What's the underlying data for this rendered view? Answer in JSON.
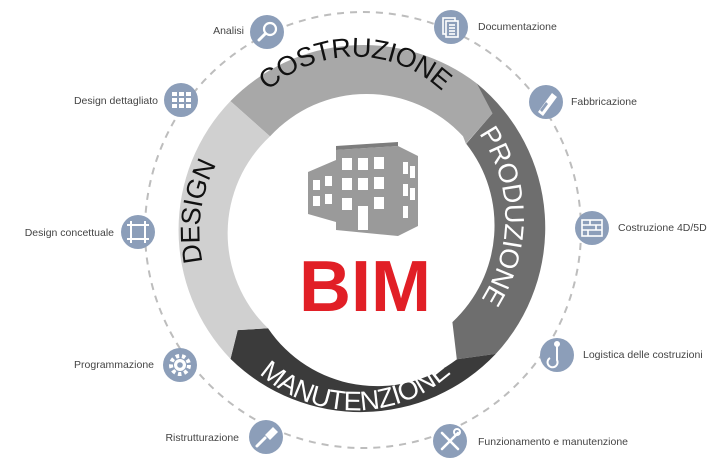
{
  "center": {
    "title": "BIM",
    "title_color": "#e11f26"
  },
  "phases": [
    {
      "label": "COSTRUZIONE",
      "color": "#a8a8a8",
      "text_color": "#111111"
    },
    {
      "label": "PRODUZIONE",
      "color": "#6e6e6e",
      "text_color": "#ffffff"
    },
    {
      "label": "MANUTENZIONE",
      "color": "#3b3b3b",
      "text_color": "#ffffff"
    },
    {
      "label": "DESIGN",
      "color": "#d0d0d0",
      "text_color": "#111111"
    }
  ],
  "nodes": [
    {
      "label": "Analisi",
      "icon": "magnifier-icon"
    },
    {
      "label": "Documentazione",
      "icon": "document-icon"
    },
    {
      "label": "Fabbricazione",
      "icon": "saw-icon"
    },
    {
      "label": "Design dettagliato",
      "icon": "grid-icon"
    },
    {
      "label": "Costruzione 4D/5D",
      "icon": "bricks-icon"
    },
    {
      "label": "Design concettuale",
      "icon": "frame-icon"
    },
    {
      "label": "Logistica delle costruzioni",
      "icon": "crane-hook-icon"
    },
    {
      "label": "Programmazione",
      "icon": "gear-icon"
    },
    {
      "label": "Ristrutturazione",
      "icon": "paintbrush-icon"
    },
    {
      "label": "Funzionamento e manutenzione",
      "icon": "tools-icon"
    }
  ],
  "colors": {
    "node_circle": "#8c9eb9",
    "dashed_ring": "#bdbdbd",
    "building": "#9a9a9a"
  }
}
